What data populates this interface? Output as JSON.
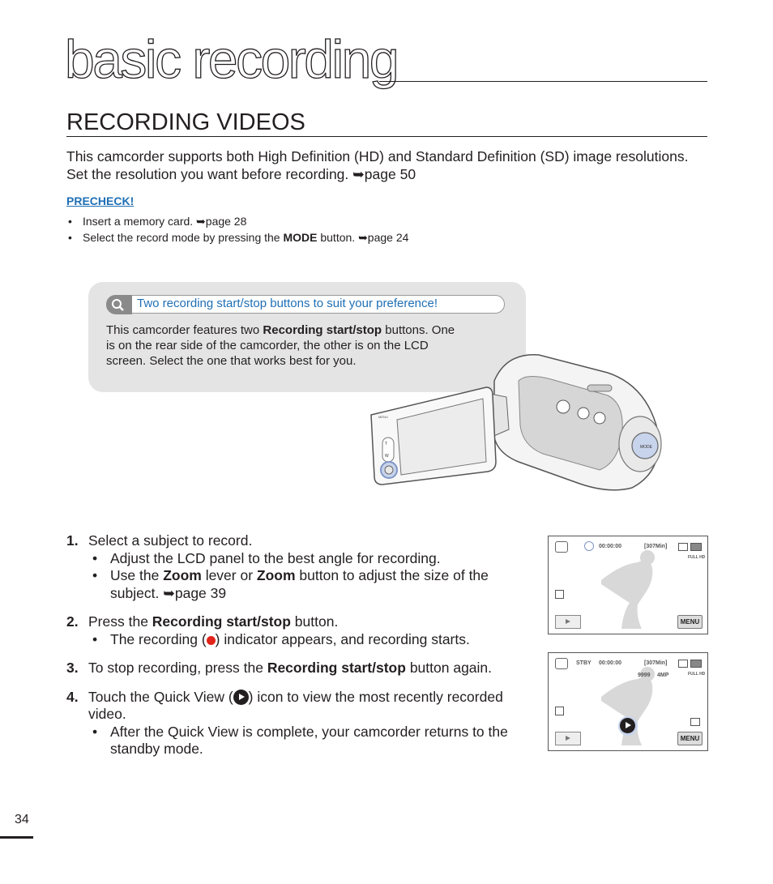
{
  "chapter_title": "basic recording",
  "section_title": "RECORDING VIDEOS",
  "intro": {
    "text": "This camcorder supports both High Definition (HD) and Standard Definition (SD) image resolutions. Set the resolution you want before recording.",
    "ref": "➥page 50"
  },
  "precheck": {
    "label": "PRECHECK!",
    "items": [
      {
        "pre": "Insert a memory card. ",
        "bold": "",
        "post": "",
        "ref": "➥page 28"
      },
      {
        "pre": "Select the record mode by pressing the ",
        "bold": "MODE",
        "post": " button. ",
        "ref": "➥page 24"
      }
    ]
  },
  "tip": {
    "title": "Two recording start/stop buttons to suit your preference!",
    "body_pre": "This camcorder features two ",
    "body_bold": "Recording start/stop",
    "body_post": " buttons. One is on the rear side of the camcorder, the other is on the LCD screen. Select the one that works best for you.",
    "icon": "search-icon"
  },
  "camera": {
    "panel_menu_label": "MENU",
    "zoom_t": "T",
    "zoom_w": "W",
    "mode_label": "MODE"
  },
  "steps": [
    {
      "num": "1.",
      "text": "Select a subject to record."
    },
    {
      "num": "2.",
      "pre": "Press the ",
      "bold": "Recording start/stop",
      "post": " button."
    },
    {
      "num": "3.",
      "pre": "To stop recording, press the ",
      "bold": "Recording start/stop",
      "post": " button again."
    },
    {
      "num": "4.",
      "pre": "Touch the Quick View (",
      "post": ") icon to view the most recently recorded video."
    }
  ],
  "step1_subs": {
    "a": "Adjust the LCD panel to the best angle for recording.",
    "b_1": "Use the ",
    "b_zoom1": "Zoom",
    "b_2": " lever or ",
    "b_zoom2": "Zoom",
    "b_3": " button to adjust the size of the subject. ",
    "b_ref": "➥page 39"
  },
  "step2_sub": {
    "pre": "The recording (",
    "post": ") indicator appears, and recording starts."
  },
  "step4_sub": "After the Quick View is complete, your camcorder returns to the standby mode.",
  "lcd1": {
    "time": "00:00:00",
    "remain": "[307Min]",
    "menu": "MENU",
    "quality": "FULL HD"
  },
  "lcd2": {
    "status": "STBY",
    "time": "00:00:00",
    "remain": "[307Min]",
    "counter": "9999",
    "size": "4MP",
    "menu": "MENU",
    "quality": "FULL HD"
  },
  "page_number": "34",
  "colors": {
    "link_blue": "#1f6fb5",
    "record_red": "#e2231a",
    "tip_bg": "#e4e4e4"
  }
}
